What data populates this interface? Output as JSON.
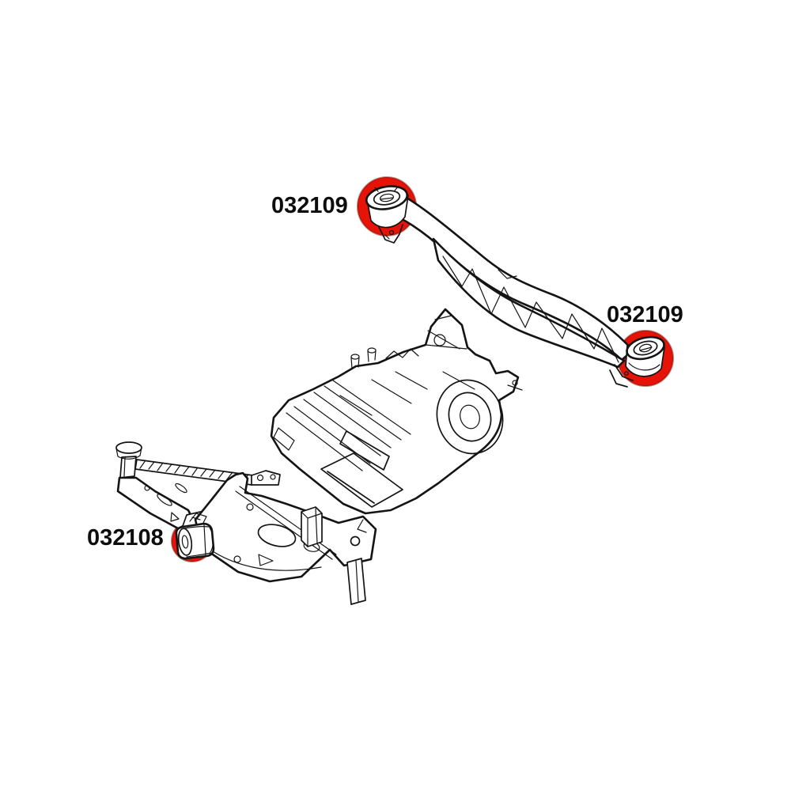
{
  "diagram": {
    "background_color": "#ffffff",
    "line_color": "#141414",
    "highlight_color": "#e61408",
    "labels": {
      "front_arm_bushing": "032109",
      "rear_arm_bushing": "032109",
      "subframe_bushing": "032108"
    },
    "parts": {
      "arm": "rear-trailing-arm",
      "center": "rear-differential-assembly",
      "subframe": "rear-subframe-crossmember"
    }
  }
}
